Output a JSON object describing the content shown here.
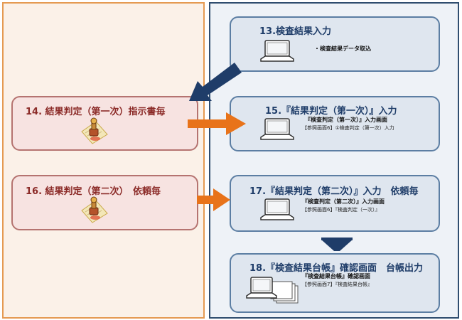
{
  "steps": {
    "s13": {
      "title": "13.検査結果入力",
      "line1": "・検査結果データ取込"
    },
    "s14": {
      "title": "14. 結果判定（第一次）指示書毎"
    },
    "s15": {
      "title": "15.『結果判定（第一次）』入力",
      "line1": "『検査判定（第一次）』入力画面",
      "line2": "【参照画面6】①検査判定（第一次）入力"
    },
    "s16": {
      "title": "16. 結果判定（第二次）　依頼毎"
    },
    "s17": {
      "title": "17.『結果判定（第二次）』入力　依頼毎",
      "line1": "『検査判定（第二次）』入力画面",
      "line2": "【参照画面6】『検査判定（一次）』"
    },
    "s18": {
      "title": "18.『検査結果台帳』確認画面　台帳出力",
      "line1": "『検査結果台帳』確認画面",
      "line2": "【参照画面7】『検査結果台帳』"
    }
  },
  "icons": {
    "laptop": "laptop-icon",
    "stamp": "stamp-document-icon",
    "printout": "laptop-printout-icon"
  },
  "colors": {
    "left_panel_bg": "#fbf1e8",
    "left_panel_border": "#e59a52",
    "right_panel_bg": "#eef2f7",
    "right_panel_border": "#2f4d6f",
    "orange_arrow": "#e8731a",
    "navy_arrow": "#1f3d69"
  }
}
